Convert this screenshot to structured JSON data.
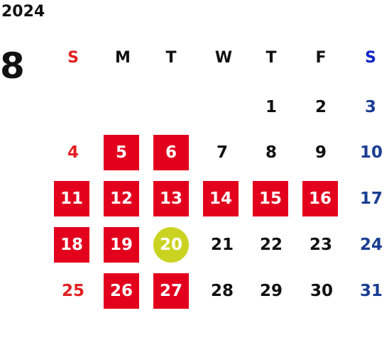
{
  "calendar": {
    "year": "2024",
    "month": "8",
    "weekdays": [
      "S",
      "M",
      "T",
      "W",
      "T",
      "F",
      "S"
    ],
    "weeks": [
      [
        "",
        "",
        "",
        "",
        "1",
        "2",
        "3"
      ],
      [
        "4",
        "5",
        "6",
        "7",
        "8",
        "9",
        "10"
      ],
      [
        "11",
        "12",
        "13",
        "14",
        "15",
        "16",
        "17"
      ],
      [
        "18",
        "19",
        "20",
        "21",
        "22",
        "23",
        "24"
      ],
      [
        "25",
        "26",
        "27",
        "28",
        "29",
        "30",
        "31"
      ]
    ],
    "highlighted_days": [
      "5",
      "6",
      "11",
      "12",
      "13",
      "14",
      "15",
      "16",
      "18",
      "19",
      "26",
      "27"
    ],
    "today": "20"
  },
  "colors": {
    "highlight_fill": "#e3001d",
    "today_fill": "#cbd322",
    "sunday_text": "#e21f23",
    "saturday_text": "#1a3d92",
    "saturday_header": "#0f23c8",
    "default_text": "#111111"
  }
}
